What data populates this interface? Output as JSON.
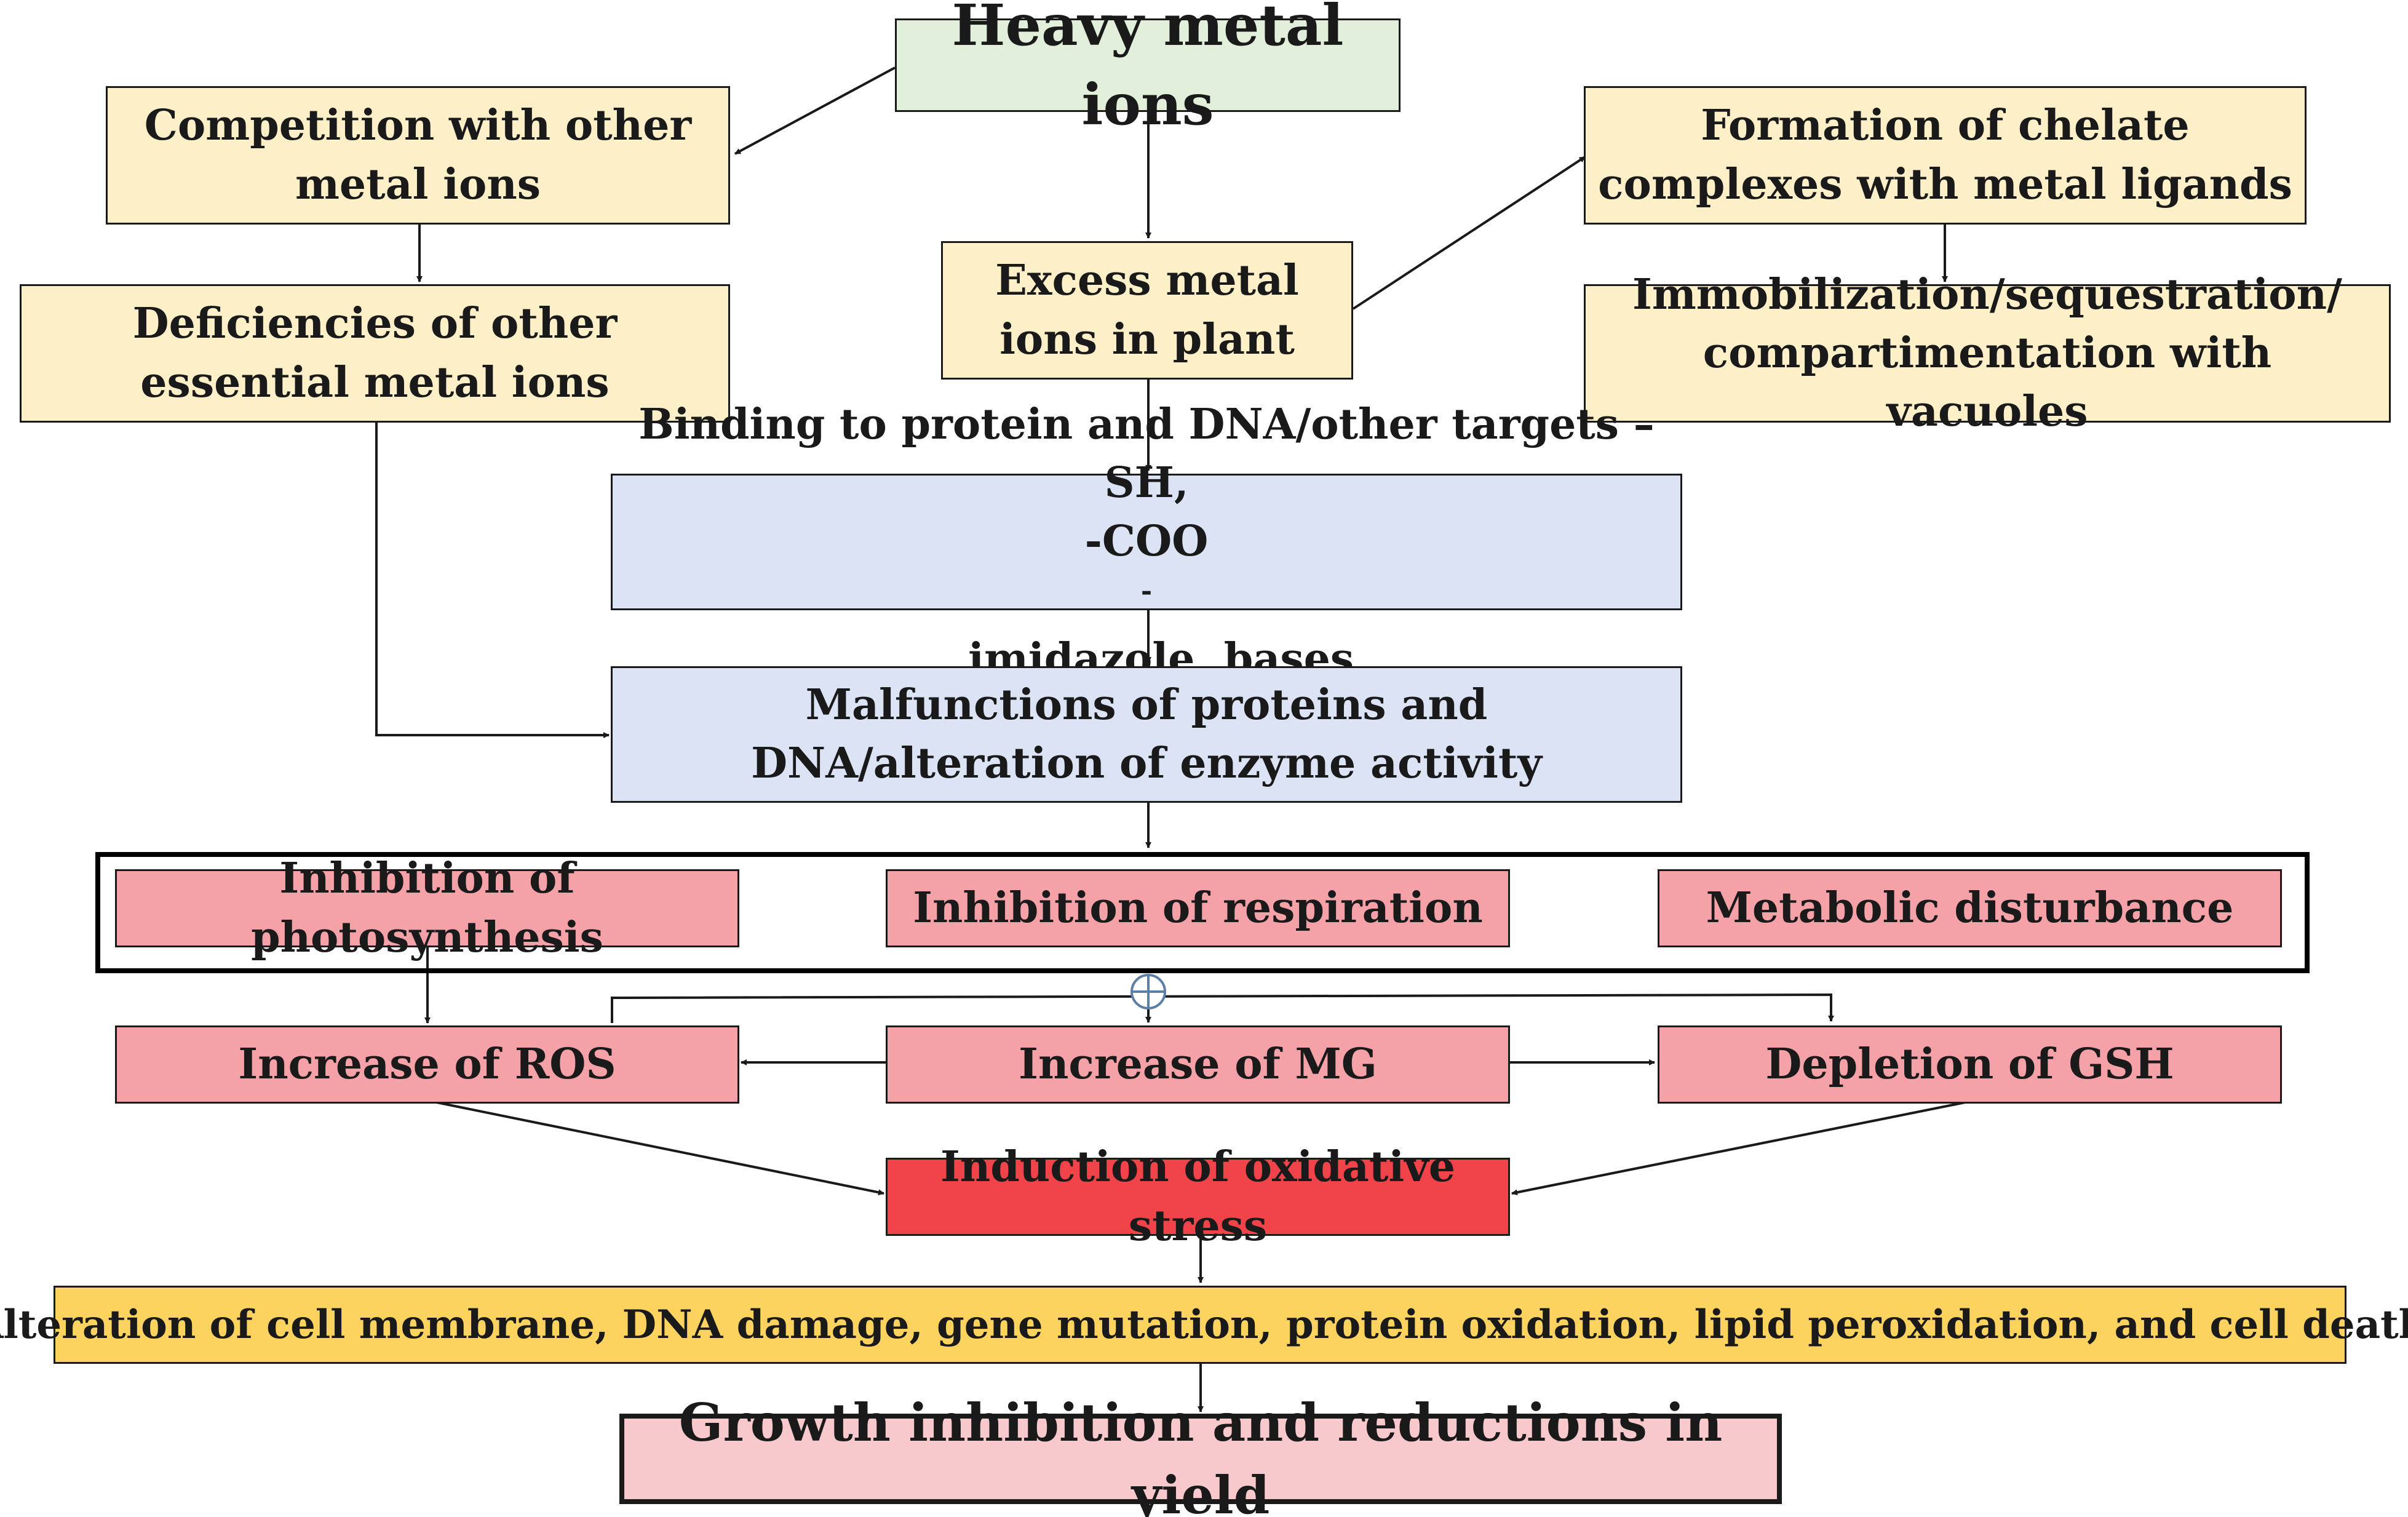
{
  "nodes": {
    "heavy_metal_ions": "Heavy metal ions",
    "competition": "Competition with other metal ions",
    "deficiencies": "Deficiencies of other essential metal ions",
    "excess": "Excess metal ions in plant",
    "chelate": "Formation of chelate complexes with metal ligands",
    "immobilization_line1": "Immobilization/sequestration/",
    "immobilization_line2": "compartimentation with vacuoles",
    "binding_line1": "Binding to protein and DNA/other targets –SH,",
    "binding_line2_pre": "-COO",
    "binding_line2_sup": "-",
    "binding_line2_post": ", imidazole, bases",
    "malfunctions": "Malfunctions of proteins and DNA/alteration of enzyme activity",
    "inhibition_photosynthesis": "Inhibition of photosynthesis",
    "inhibition_respiration": "Inhibition of respiration",
    "metabolic_disturbance": "Metabolic disturbance",
    "increase_ros": "Increase of ROS",
    "increase_mg": "Increase of MG",
    "depletion_gsh": "Depletion of GSH",
    "oxidative_stress": "Induction of oxidative stress",
    "alteration": "Alteration of cell membrane, DNA damage, gene mutation, protein oxidation, lipid peroxidation, and cell death",
    "growth_inhibition": "Growth inhibition and reductions in yield"
  },
  "colors": {
    "yellow": "#fdf0c8",
    "green": "#e2efda",
    "blue": "#dbe3f4",
    "pink": "#f4a1a8",
    "red": "#f0434a",
    "gold": "#fbd35e",
    "rose": "#f8c9cc",
    "edge": "#1a1a1a",
    "junction": "#5b7fa6"
  }
}
